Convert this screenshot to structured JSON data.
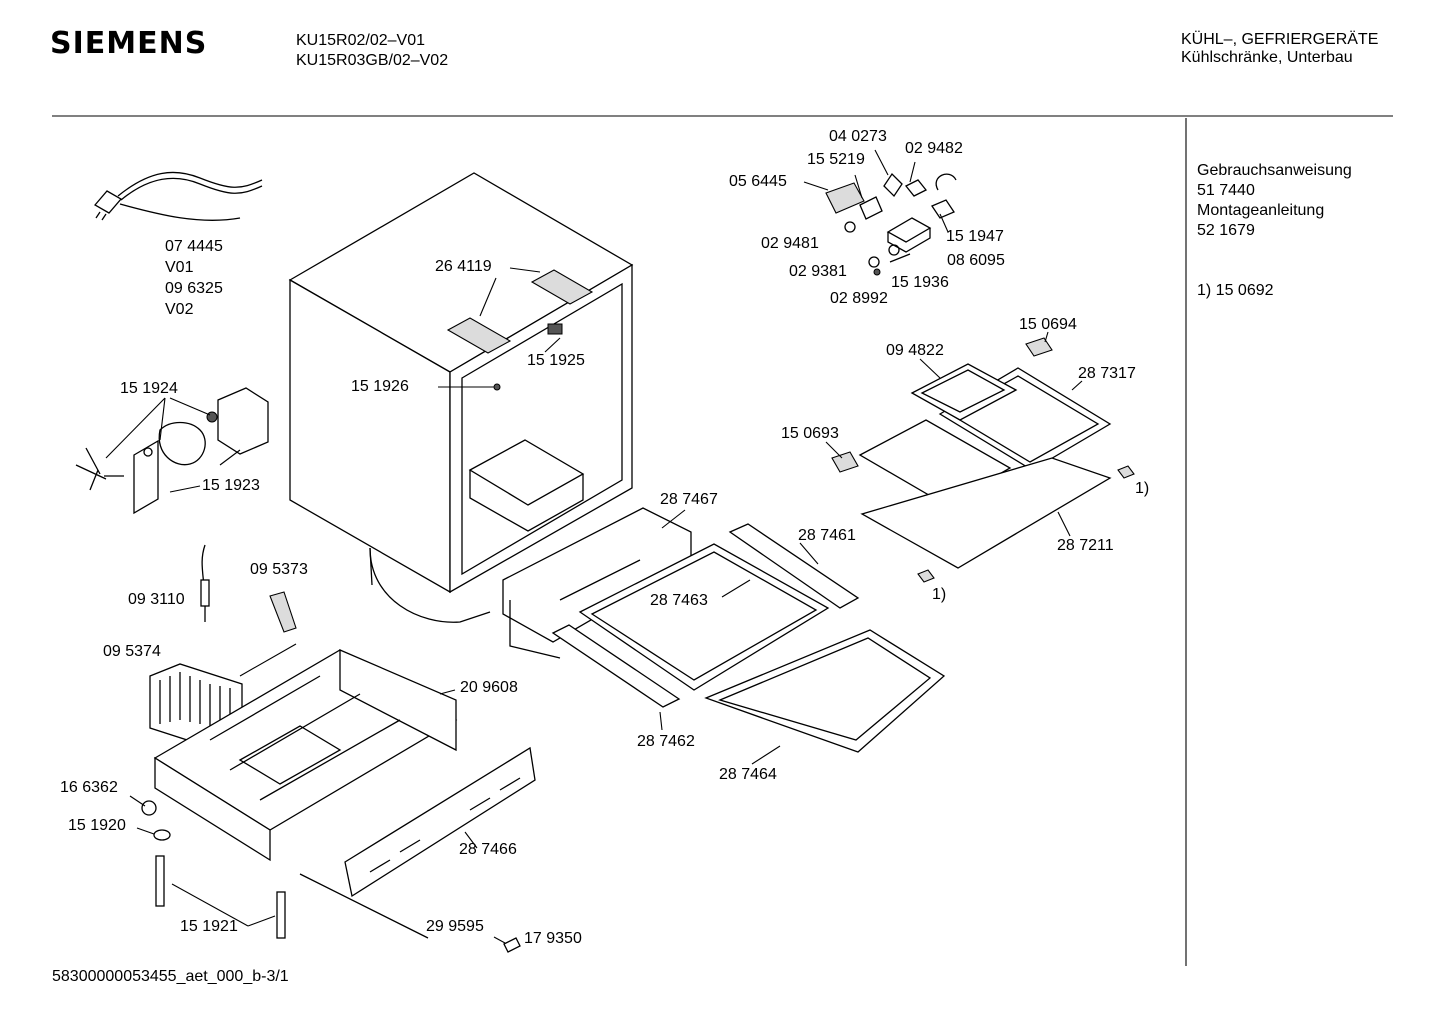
{
  "header": {
    "brand": "SIEMENS",
    "models": [
      "KU15R02/02–V01",
      "KU15R03GB/02–V02"
    ],
    "category": [
      "KÜHL–, GEFRIERGERÄTE",
      "Kühlschränke, Unterbau"
    ]
  },
  "sidebar": {
    "lines": [
      "Gebrauchsanweisung",
      "51 7440",
      "Montageanleitung",
      "52 1679"
    ],
    "note": "1)  15 0692"
  },
  "parts": {
    "p074445": "07 4445",
    "v01": "V01",
    "p096325": "09 6325",
    "v02": "V02",
    "p264119": "26 4119",
    "p151925": "15 1925",
    "p151926": "15 1926",
    "p151924": "15 1924",
    "p151923": "15 1923",
    "p093110": "09 3110",
    "p095373": "09 5373",
    "p095374": "09 5374",
    "p209608": "20 9608",
    "p166362": "16 6362",
    "p151920": "15 1920",
    "p151921": "15 1921",
    "p287466": "28 7466",
    "p299595": "29 9595",
    "p179350": "17 9350",
    "p040273": "04 0273",
    "p155219": "15 5219",
    "p029482": "02 9482",
    "p056445": "05 6445",
    "p029481": "02 9481",
    "p151947": "15 1947",
    "p029381": "02 9381",
    "p086095": "08 6095",
    "p028992": "02 8992",
    "p151936": "15 1936",
    "p150694": "15 0694",
    "p094822": "09 4822",
    "p287317": "28 7317",
    "p150693": "15 0693",
    "fn1a": "1)",
    "p287211": "28 7211",
    "fn1b": "1)",
    "p287467": "28 7467",
    "p287461": "28 7461",
    "p287463": "28 7463",
    "p287462": "28 7462",
    "p287464": "28 7464"
  },
  "footer": {
    "doc_id": "58300000053455_aet_000_b-3/1"
  }
}
